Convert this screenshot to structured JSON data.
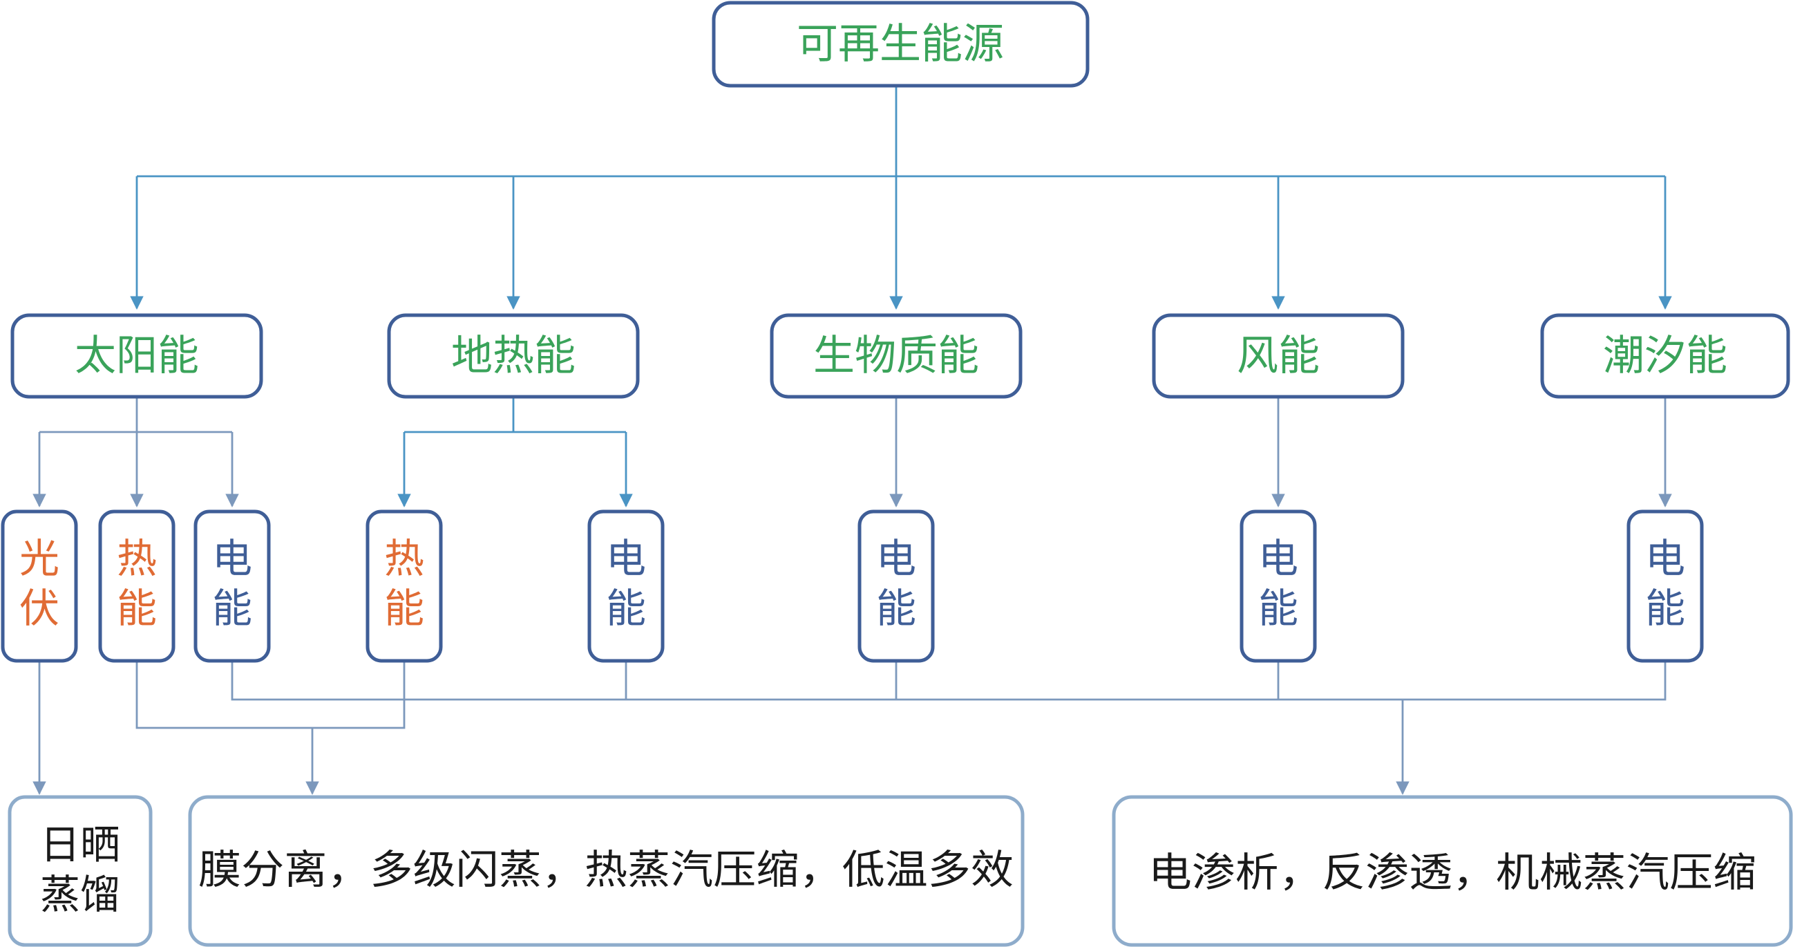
{
  "root": {
    "label": "可再生能源"
  },
  "sources": [
    {
      "id": "solar",
      "label": "太阳能"
    },
    {
      "id": "geo",
      "label": "地热能"
    },
    {
      "id": "bio",
      "label": "生物质能"
    },
    {
      "id": "wind",
      "label": "风能"
    },
    {
      "id": "tidal",
      "label": "潮汐能"
    }
  ],
  "energy_forms": [
    {
      "id": "solar-pv",
      "chars": [
        "光",
        "伏"
      ],
      "color": "#e06b34"
    },
    {
      "id": "solar-heat",
      "chars": [
        "热",
        "能"
      ],
      "color": "#e06b34"
    },
    {
      "id": "solar-elec",
      "chars": [
        "电",
        "能"
      ],
      "color": "#3f5e97"
    },
    {
      "id": "geo-heat",
      "chars": [
        "热",
        "能"
      ],
      "color": "#e06b34"
    },
    {
      "id": "geo-elec",
      "chars": [
        "电",
        "能"
      ],
      "color": "#3f5e97"
    },
    {
      "id": "bio-elec",
      "chars": [
        "电",
        "能"
      ],
      "color": "#3f5e97"
    },
    {
      "id": "wind-elec",
      "chars": [
        "电",
        "能"
      ],
      "color": "#3f5e97"
    },
    {
      "id": "tidal-elec",
      "chars": [
        "电",
        "能"
      ],
      "color": "#3f5e97"
    }
  ],
  "processes": [
    {
      "id": "sun-drying",
      "lines": [
        "日晒",
        "蒸馏"
      ]
    },
    {
      "id": "thermal",
      "lines": [
        "膜分离，多级闪蒸，热蒸汽压缩，低温多效"
      ]
    },
    {
      "id": "electric",
      "lines": [
        "电渗析，反渗透，机械蒸汽压缩"
      ]
    }
  ],
  "colors": {
    "box_border": "#3f5e97",
    "process_border": "#8eaccb",
    "root_connector": "#4a94c4",
    "lower_connector": "#7c98bc",
    "source_text": "#3aa35a",
    "heat_text": "#e06b34",
    "electric_text": "#3f5e97"
  }
}
